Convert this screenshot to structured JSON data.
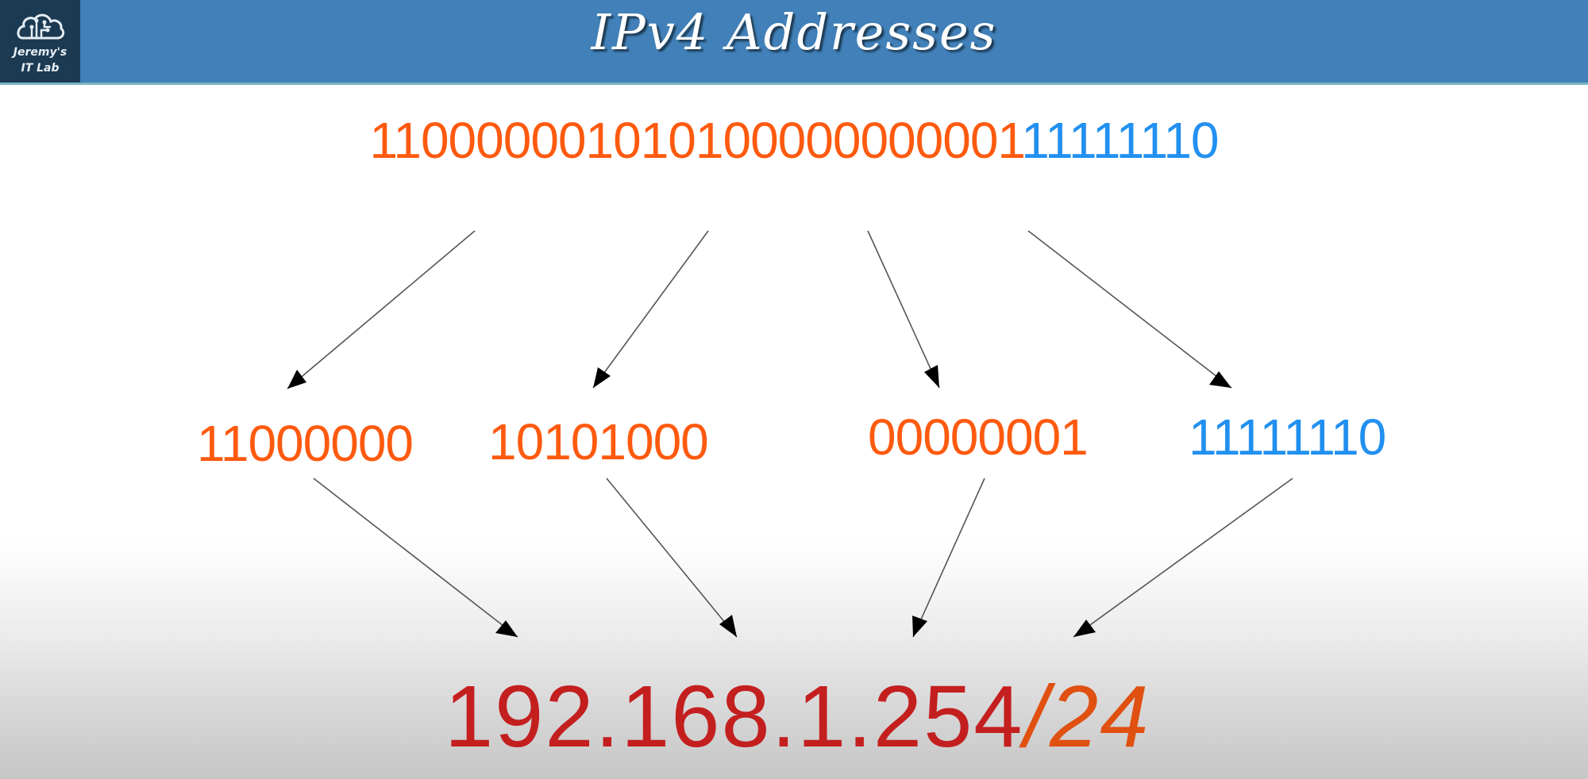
{
  "header": {
    "title": "IPv4 Addresses",
    "logo": {
      "line1": "Jeremy's",
      "line2": "IT Lab",
      "icon": "cloud-circuit-icon"
    },
    "colors": {
      "bar": "#4180b8",
      "logo_bg": "#1c3a52"
    }
  },
  "binary_address": {
    "network_bits": "110000001010100000000001",
    "host_bits": "11111110"
  },
  "octets": [
    {
      "bits": "11000000",
      "part": "network"
    },
    {
      "bits": "10101000",
      "part": "network"
    },
    {
      "bits": "00000001",
      "part": "network"
    },
    {
      "bits": "11111110",
      "part": "host"
    }
  ],
  "dotted_decimal": {
    "address": "192.168.1.254",
    "prefix": "/24"
  },
  "colors": {
    "network": "#fe5a0f",
    "host": "#2290f0",
    "address": "#c41f1f",
    "prefix": "#e05010"
  }
}
